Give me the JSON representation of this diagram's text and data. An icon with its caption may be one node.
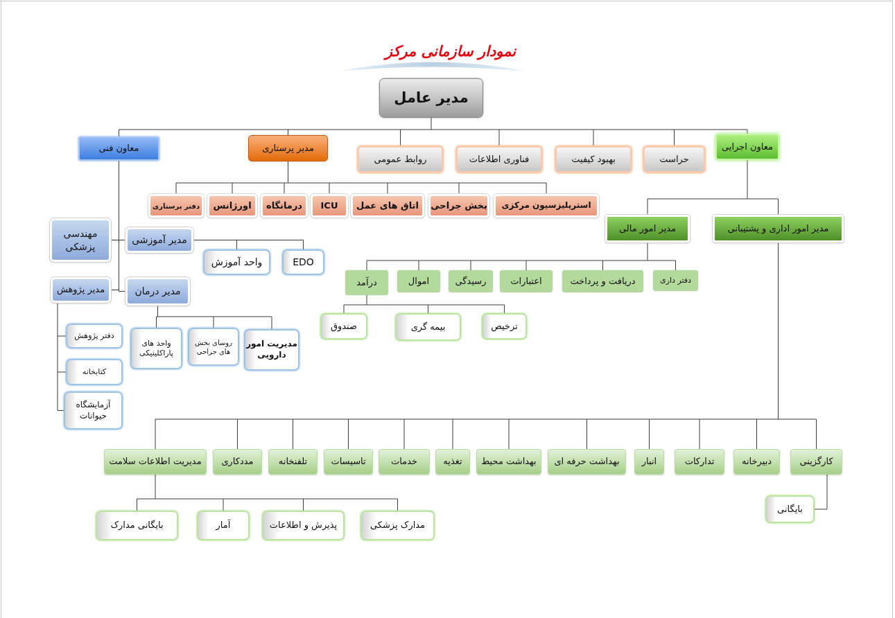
{
  "diagram": {
    "title": "نمودار سازمانی مرکز",
    "nodes": [
      {
        "text": [
          "مدیر عامل"
        ]
      },
      {
        "text": [
          "معاون اجرایی"
        ]
      },
      {
        "text": [
          "حراست"
        ]
      },
      {
        "text": [
          "بهبود کیفیت"
        ]
      },
      {
        "text": [
          "فناوری اطلاعات"
        ]
      },
      {
        "text": [
          "روابط عمومی"
        ]
      },
      {
        "text": [
          "مدیر پرستاری"
        ]
      },
      {
        "text": [
          "معاون فنی"
        ]
      },
      {
        "text": [
          "استریلیزسیون مرکزی"
        ]
      },
      {
        "text": [
          "بخش جراحی"
        ]
      },
      {
        "text": [
          "اتاق های عمل"
        ]
      },
      {
        "text": [
          "ICU"
        ]
      },
      {
        "text": [
          "درمانگاه"
        ]
      },
      {
        "text": [
          "اورژانس"
        ]
      },
      {
        "text": [
          "دفتر پرستاری"
        ]
      },
      {
        "text": [
          "مهندسی پزشکی"
        ]
      },
      {
        "text": [
          "مدیر آموزشی"
        ]
      },
      {
        "text": [
          "واحد آموزش"
        ]
      },
      {
        "text": [
          "EDO"
        ]
      },
      {
        "text": [
          "مدیر پژوهش"
        ]
      },
      {
        "text": [
          "مدیر درمان"
        ]
      },
      {
        "text": [
          "دفتر پژوهش"
        ]
      },
      {
        "text": [
          "کتابخانه"
        ]
      },
      {
        "text": [
          "آزمایشگاه حیوانات"
        ]
      },
      {
        "text": [
          "مدیریت امور دارویی"
        ]
      },
      {
        "text": [
          "روسای بخش های جراحی"
        ]
      },
      {
        "text": [
          "واحد های پاراکلینیکی"
        ]
      },
      {
        "text": [
          "مدیر امور اداری و پشتیبانی"
        ]
      },
      {
        "text": [
          "مدیر امور مالی"
        ]
      },
      {
        "text": [
          "دفتر داری"
        ]
      },
      {
        "text": [
          "دریافت و پرداخت"
        ]
      },
      {
        "text": [
          "اعتبارات"
        ]
      },
      {
        "text": [
          "رسیدگی"
        ]
      },
      {
        "text": [
          "اموال"
        ]
      },
      {
        "text": [
          "درآمد"
        ]
      },
      {
        "text": [
          "ترخیص"
        ]
      },
      {
        "text": [
          "بیمه گری"
        ]
      },
      {
        "text": [
          "صندوق"
        ]
      },
      {
        "text": [
          "کارگزینی"
        ]
      },
      {
        "text": [
          "دبیرخانه"
        ]
      },
      {
        "text": [
          "تدارکات"
        ]
      },
      {
        "text": [
          "انبار"
        ]
      },
      {
        "text": [
          "بهداشت حرفه ای"
        ]
      },
      {
        "text": [
          "بهداشت محیط"
        ]
      },
      {
        "text": [
          "تغذیه"
        ]
      },
      {
        "text": [
          "خدمات"
        ]
      },
      {
        "text": [
          "تاسیسات"
        ]
      },
      {
        "text": [
          "تلفنخانه"
        ]
      },
      {
        "text": [
          "مددکاری"
        ]
      },
      {
        "text": [
          "مدیریت اطلاعات سلامت"
        ]
      },
      {
        "text": [
          "بایگانی"
        ]
      },
      {
        "text": [
          "مدارک پزشکی"
        ]
      },
      {
        "text": [
          "پذیرش و اطلاعات"
        ]
      },
      {
        "text": [
          "آمار"
        ]
      },
      {
        "text": [
          "بایگانی مدارک"
        ]
      }
    ],
    "edges": [
      {
        "from": 0,
        "to": 1,
        "arrow": "none"
      },
      {
        "from": 0,
        "to": 2,
        "arrow": "none"
      },
      {
        "from": 0,
        "to": 3,
        "arrow": "none"
      },
      {
        "from": 0,
        "to": 4,
        "arrow": "none"
      },
      {
        "from": 0,
        "to": 5,
        "arrow": "none"
      },
      {
        "from": 0,
        "to": 6,
        "arrow": "none"
      },
      {
        "from": 0,
        "to": 7,
        "arrow": "none"
      },
      {
        "from": 6,
        "to": 8,
        "arrow": "none"
      },
      {
        "from": 6,
        "to": 9,
        "arrow": "none"
      },
      {
        "from": 6,
        "to": 10,
        "arrow": "none"
      },
      {
        "from": 6,
        "to": 11,
        "arrow": "none"
      },
      {
        "from": 6,
        "to": 12,
        "arrow": "none"
      },
      {
        "from": 6,
        "to": 13,
        "arrow": "none"
      },
      {
        "from": 6,
        "to": 14,
        "arrow": "none"
      },
      {
        "from": 7,
        "to": 15,
        "arrow": "none"
      },
      {
        "from": 7,
        "to": 16,
        "arrow": "none"
      },
      {
        "from": 7,
        "to": 19,
        "arrow": "none"
      },
      {
        "from": 7,
        "to": 20,
        "arrow": "none"
      },
      {
        "from": 16,
        "to": 17,
        "arrow": "none"
      },
      {
        "from": 16,
        "to": 18,
        "arrow": "none"
      },
      {
        "from": 19,
        "to": 21,
        "arrow": "none"
      },
      {
        "from": 19,
        "to": 22,
        "arrow": "none"
      },
      {
        "from": 19,
        "to": 23,
        "arrow": "none"
      },
      {
        "from": 20,
        "to": 24,
        "arrow": "none"
      },
      {
        "from": 20,
        "to": 25,
        "arrow": "none"
      },
      {
        "from": 20,
        "to": 26,
        "arrow": "none"
      },
      {
        "from": 1,
        "to": 27,
        "arrow": "none"
      },
      {
        "from": 1,
        "to": 28,
        "arrow": "none"
      },
      {
        "from": 28,
        "to": 29,
        "arrow": "none"
      },
      {
        "from": 28,
        "to": 30,
        "arrow": "none"
      },
      {
        "from": 28,
        "to": 31,
        "arrow": "none"
      },
      {
        "from": 28,
        "to": 32,
        "arrow": "none"
      },
      {
        "from": 28,
        "to": 33,
        "arrow": "none"
      },
      {
        "from": 28,
        "to": 34,
        "arrow": "none"
      },
      {
        "from": 34,
        "to": 35,
        "arrow": "none"
      },
      {
        "from": 34,
        "to": 36,
        "arrow": "none"
      },
      {
        "from": 34,
        "to": 37,
        "arrow": "none"
      },
      {
        "from": 27,
        "to": 38,
        "arrow": "none"
      },
      {
        "from": 27,
        "to": 39,
        "arrow": "none"
      },
      {
        "from": 27,
        "to": 40,
        "arrow": "none"
      },
      {
        "from": 27,
        "to": 41,
        "arrow": "none"
      },
      {
        "from": 27,
        "to": 42,
        "arrow": "none"
      },
      {
        "from": 27,
        "to": 43,
        "arrow": "none"
      },
      {
        "from": 27,
        "to": 44,
        "arrow": "none"
      },
      {
        "from": 27,
        "to": 45,
        "arrow": "none"
      },
      {
        "from": 27,
        "to": 46,
        "arrow": "none"
      },
      {
        "from": 27,
        "to": 47,
        "arrow": "none"
      },
      {
        "from": 27,
        "to": 48,
        "arrow": "none"
      },
      {
        "from": 27,
        "to": 49,
        "arrow": "none"
      },
      {
        "from": 38,
        "to": 50,
        "arrow": "none"
      },
      {
        "from": 49,
        "to": 51,
        "arrow": "none"
      },
      {
        "from": 49,
        "to": 52,
        "arrow": "none"
      },
      {
        "from": 49,
        "to": 53,
        "arrow": "none"
      },
      {
        "from": 49,
        "to": 54,
        "arrow": "none"
      }
    ]
  }
}
